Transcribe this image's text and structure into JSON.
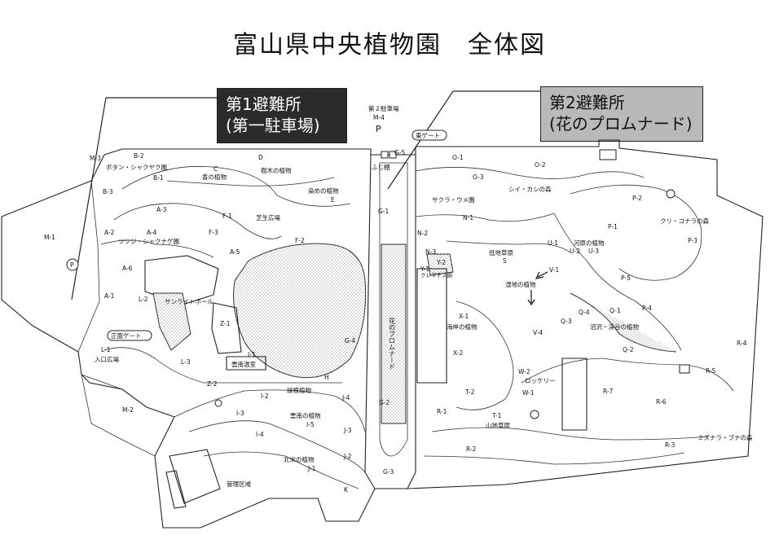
{
  "title": "富山県中央植物園　全体図",
  "callouts": {
    "shelter1": {
      "line1": "第1避難所",
      "line2": "(第一駐車場)"
    },
    "shelter2": {
      "line1": "第2避難所",
      "line2": "(花のプロムナード)"
    }
  },
  "labels": {
    "parking2": "第２駐車場",
    "m4": "M-4",
    "p_north": "P",
    "east_gate": "東ゲート",
    "m3": "M-3",
    "b2": "B-2",
    "botan": "ボタン・シャクヤク園",
    "b1": "B-1",
    "b3": "B-3",
    "c": "C",
    "kou": "香の植物",
    "d": "D",
    "mokusei": "樹木の植物",
    "g5": "G-5",
    "fujidana": "ふじ棚",
    "o1": "O-1",
    "o2": "O-2",
    "o3": "O-3",
    "shii": "シイ・カシの森",
    "m1": "M-1",
    "p_west": "P",
    "a3": "A-3",
    "a2": "A-2",
    "a4": "A-4",
    "tsutsuji": "ツツジ・シャクナゲ園",
    "f1": "F-1",
    "shiba": "芝生広場",
    "f3": "F-3",
    "someru": "染めの植物",
    "e": "E",
    "f2": "F-2",
    "g1": "G-1",
    "sakura": "サクラ・ウメ園",
    "n1": "N-1",
    "p2": "P-2",
    "kuri": "クリ・コナラの森",
    "p1": "P-1",
    "p3": "P-3",
    "a5": "A-5",
    "a6": "A-6",
    "n2": "N-2",
    "n3": "N-3",
    "y2": "Y-2",
    "y1": "Y-1",
    "kurematisu": "クレマチス園",
    "teichi": "低地草原",
    "s": "S",
    "u1": "U-1",
    "kasen": "河原の植物",
    "u2": "U-2",
    "u3": "U-3",
    "v1": "V-1",
    "p5": "P-5",
    "a1": "A-1",
    "l2": "L-2",
    "sunlight": "サンライトホール",
    "shitchi": "湿地の植物",
    "p4": "P-4",
    "q1": "Q-1",
    "q4": "Q-4",
    "q3": "Q-3",
    "sawa": "沼沢・渓谷の植物",
    "z1": "Z-1",
    "g4": "G-4",
    "hana_prom": "花のプロムナード",
    "x1": "X-1",
    "kaigan": "海岸の植物",
    "v4": "V-4",
    "q2": "Q-2",
    "r4": "R-4",
    "shomen": "正面ゲート",
    "l1": "L-1",
    "iriguchi": "入口広場",
    "l3": "L-3",
    "i1": "I-1",
    "unnan_onsen": "雲南温室",
    "x2": "X-2",
    "w2": "W-2",
    "rockery": "ロッケリー",
    "w1": "W-1",
    "r7": "R-7",
    "r5": "R-5",
    "h": "H",
    "kyukon": "球根植物",
    "z2": "Z-2",
    "i2": "I-2",
    "j4": "J-4",
    "t2": "T-2",
    "r6": "R-6",
    "m2": "M-2",
    "g2": "G-2",
    "r1": "R-1",
    "t1": "T-1",
    "sanchi": "山地草原",
    "i3": "I-3",
    "unnan_plants": "雲南の植物",
    "i5": "I-5",
    "j3": "J-3",
    "i4": "I-4",
    "mizunara": "ミズナラ・ブナの森",
    "r3": "R-3",
    "r2": "R-2",
    "hokubei": "北米の植物",
    "j1": "J-1",
    "j2": "J-2",
    "g3": "G-3",
    "kanri": "管理区域",
    "k": "K"
  }
}
